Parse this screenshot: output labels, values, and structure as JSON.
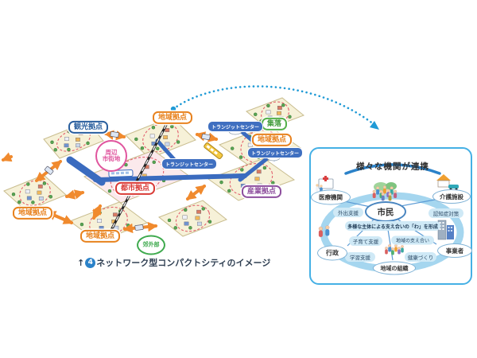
{
  "figure": {
    "caption": {
      "arrow": "↑",
      "number": "4",
      "text": "ネットワーク型コンパクトシティのイメージ"
    }
  },
  "map": {
    "labels": {
      "tourism": "観光拠点",
      "regional": "地域拠点",
      "urban": "都市拠点",
      "industrial": "産業拠点",
      "village": "集落",
      "suburb": "郊外部",
      "surrounding_line1": "周辺",
      "surrounding_line2": "市街地",
      "transit": "トランジットセンター"
    },
    "colors": {
      "tourism": "#2a5f9e",
      "regional": "#e8821e",
      "urban": "#d93a36",
      "industrial": "#8e4f9e",
      "village": "#55b04a",
      "suburb": "#3faa4e",
      "surrounding": "#e0559e",
      "transit_bg": "#3f6fc0",
      "arrow": "#f08a2e",
      "dotted_arrow": "#1f9ad6"
    }
  },
  "panel": {
    "title": "様々な機関が連携",
    "center": "市民",
    "band": "多様な主体による支え合いの「わ」を形成",
    "nodes": {
      "medical": "医療機関",
      "care": "介護施設",
      "government": "行政",
      "business": "事業者",
      "community": "地域の組織"
    },
    "bubbles": {
      "outing": "外出支援",
      "dementia": "認知症対策",
      "childcare": "子育て支援",
      "learning": "学習支援",
      "mutual": "地域の支え合い",
      "health": "健康づくり"
    }
  }
}
